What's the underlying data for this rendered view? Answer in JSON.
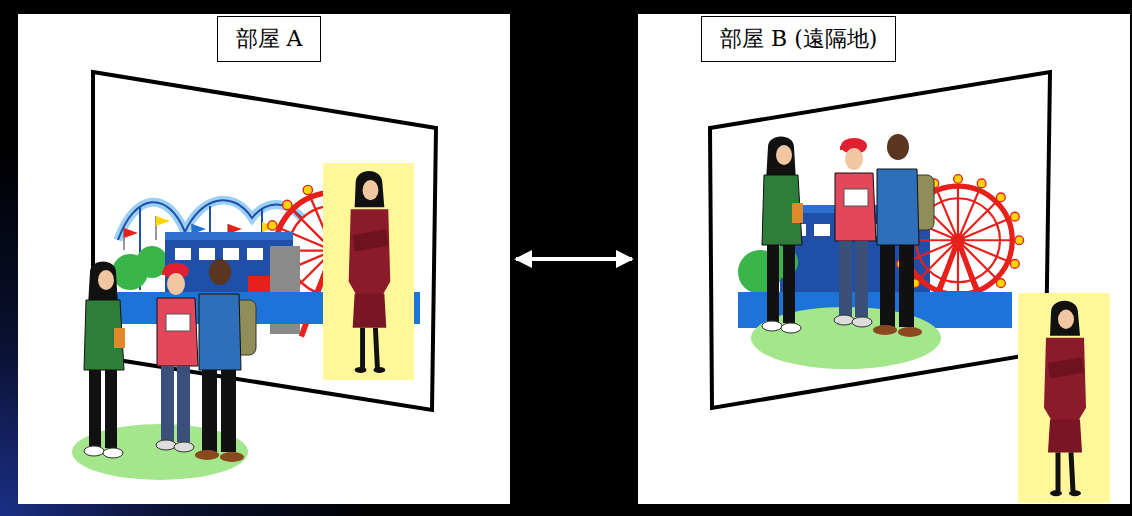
{
  "diagram": {
    "nodes": [
      {
        "text": [
          "部屋 A"
        ]
      },
      {
        "text": [
          "部屋 B (遠隔地)"
        ]
      }
    ],
    "edges": [
      {
        "from": 0,
        "to": 1,
        "arrow": "both"
      }
    ]
  }
}
